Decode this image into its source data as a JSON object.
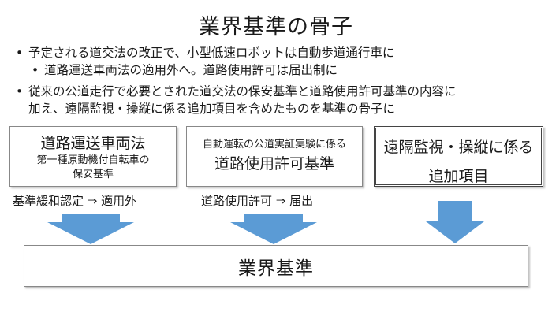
{
  "title": "業界基準の骨子",
  "bullets": [
    "予定される道交法の改正で、小型低速ロボットは自動歩道通行車に",
    "道路運送車両法の適用外へ。道路使用許可は届出制に",
    "従来の公道走行で必要とされた道交法の保安基準と道路使用許可基準の内容に",
    "加え、遠隔監視・操縦に係る追加項目を含めたものを基準の骨子に"
  ],
  "boxes": {
    "box1": {
      "title": "道路運送車両法",
      "sub1": "第一種原動機付自転車の",
      "sub2": "保安基準"
    },
    "box2": {
      "pre": "自動運転の公道実証実験に係る",
      "title": "道路使用許可基準"
    },
    "box3": {
      "line1": "遠隔監視・操縦に係る",
      "line2": "追加項目"
    }
  },
  "notes": {
    "note1": "基準緩和認定 ⇒ 適用外",
    "note2": "道路使用許可 ⇒ 届出"
  },
  "result": "業界基準",
  "colors": {
    "arrow": "#5b9bd5",
    "border": "#888888"
  }
}
